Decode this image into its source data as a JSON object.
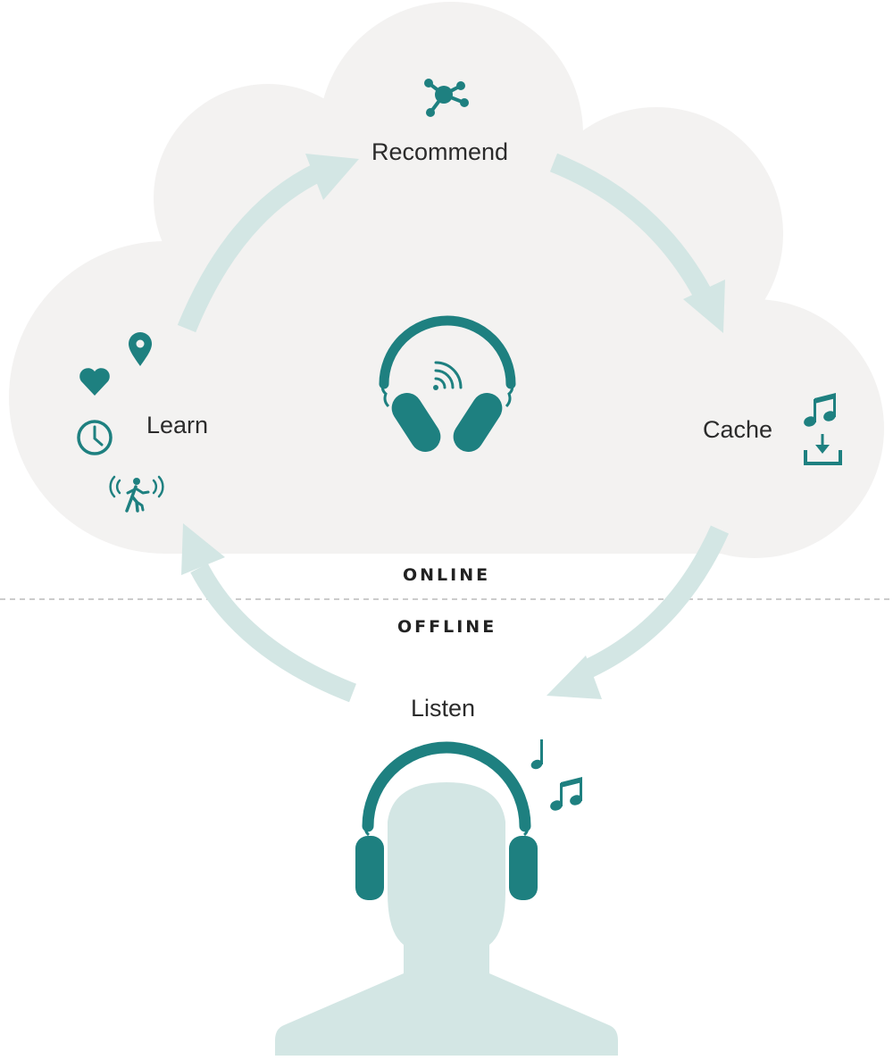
{
  "colors": {
    "cloud": "#f3f2f1",
    "teal": "#1e8080",
    "arrow": "#d3e6e4",
    "person": "#d3e6e4",
    "divider": "#bbbbbb"
  },
  "nodes": {
    "recommend": "Recommend",
    "cache": "Cache",
    "learn": "Learn",
    "listen": "Listen"
  },
  "zones": {
    "online": "ONLINE",
    "offline": "OFFLINE"
  },
  "icons": {
    "recommend": "network-icon",
    "center": "wireless-headphones-icon",
    "cache": [
      "music-note-icon",
      "download-icon"
    ],
    "learn": [
      "heart-icon",
      "location-pin-icon",
      "clock-icon",
      "running-person-sensor-icon"
    ],
    "listen": [
      "music-note-icon",
      "music-notes-icon"
    ],
    "person": "person-with-headphones-icon"
  }
}
